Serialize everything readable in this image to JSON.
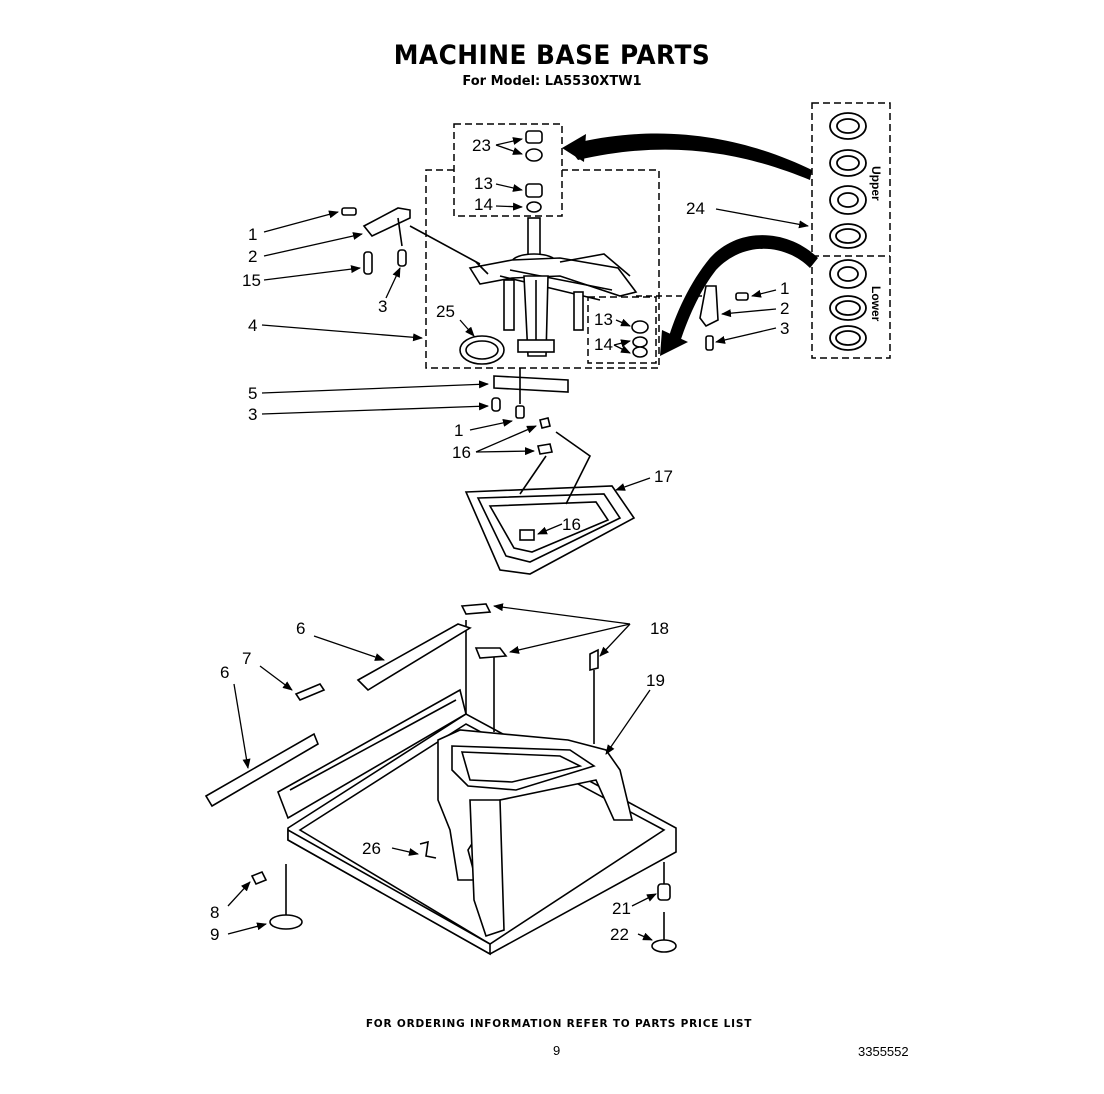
{
  "header": {
    "title": "MACHINE BASE PARTS",
    "subtitle": "For Model: LA5530XTW1"
  },
  "footer": {
    "ordering_note": "FOR ORDERING INFORMATION REFER TO PARTS PRICE LIST",
    "page_number": "9",
    "document_number": "3355552"
  },
  "inset": {
    "upper_label": "Upper",
    "lower_label": "Lower"
  },
  "callouts": [
    "1",
    "2",
    "3",
    "4",
    "5",
    "6",
    "7",
    "8",
    "9",
    "13",
    "14",
    "15",
    "16",
    "17",
    "18",
    "19",
    "21",
    "22",
    "23",
    "24",
    "25",
    "26"
  ]
}
